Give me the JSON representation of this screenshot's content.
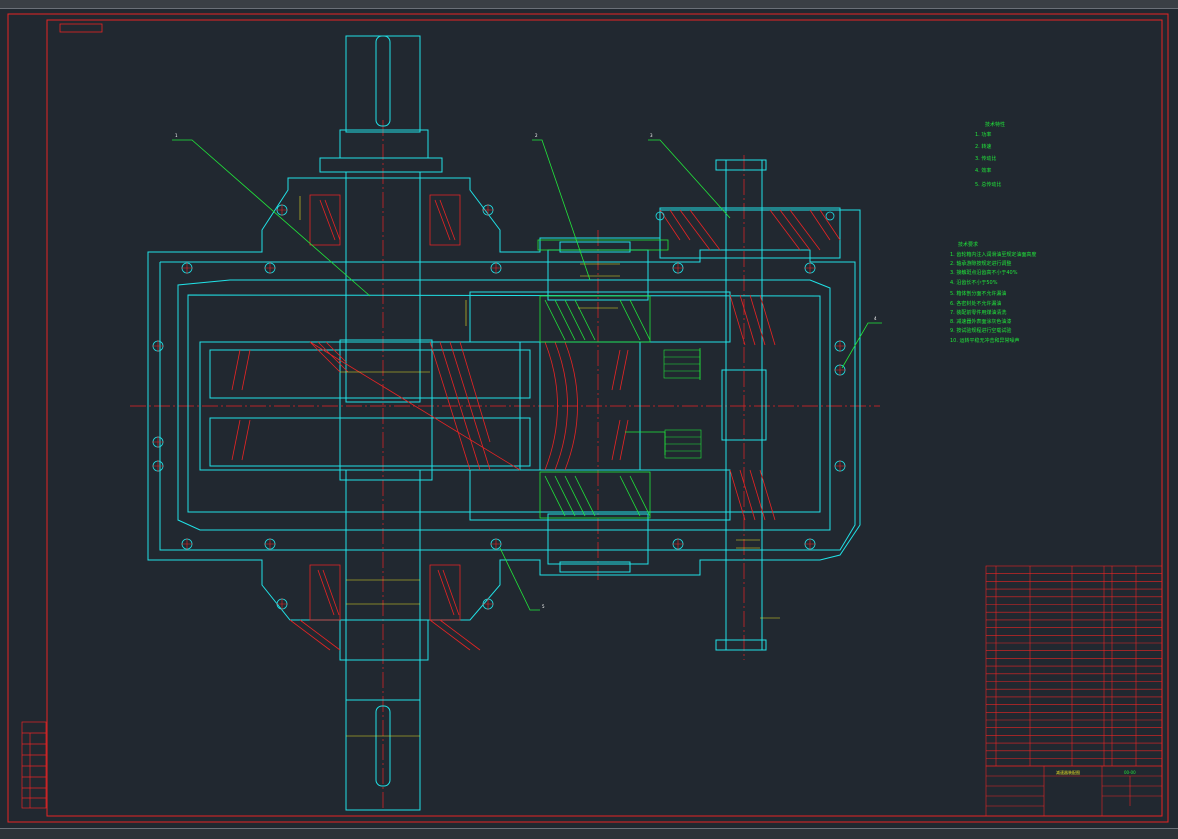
{
  "drawing": {
    "colors": {
      "background": "#212830",
      "outline": "#21e1e6",
      "frame": "#e82424",
      "hatch": "#e82424",
      "note": "#21e63a",
      "text": "#ffffff",
      "yellow": "#e8e024"
    },
    "leaders": [
      {
        "label": "1"
      },
      {
        "label": "2"
      },
      {
        "label": "3"
      },
      {
        "label": "4"
      },
      {
        "label": "5"
      }
    ],
    "tech_requirements": {
      "title": "技术要求",
      "lines": [
        "1. 齿轮箱内注入润滑油至规定油面高度",
        "2. 轴承游隙按规定进行调整",
        "3. 接触斑点沿齿高不小于40%",
        "4. 沿齿长不小于50%",
        "5. 箱体剖分面不允许漏油",
        "6. 各密封处不允许漏油",
        "7. 装配前零件用煤油清洗",
        "8. 减速器外表面涂灰色油漆",
        "9. 按试验规程进行空载试验",
        "10. 运转平稳无冲击和异常噪声"
      ]
    },
    "characteristics": {
      "title": "技术特性",
      "lines": [
        "1. 功率",
        "2. 转速",
        "3. 传动比",
        "4. 效率",
        "5. 总传动比"
      ]
    },
    "title_block": {
      "drawing_title": "减速器装配图",
      "drawing_no": "00-00"
    }
  }
}
